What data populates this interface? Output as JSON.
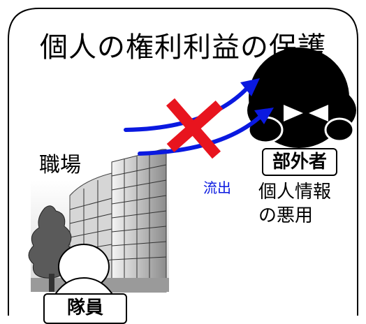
{
  "title": "個人の権利利益の保護",
  "labels": {
    "workplace": "職場",
    "outsider": "部外者",
    "outflow": "流出",
    "misuse_line1": "個人情報",
    "misuse_line2": "の悪用",
    "member": "隊員"
  },
  "icons": [
    "building-icon",
    "tree-icon",
    "outsider-figure-icon",
    "member-figure-icon",
    "blocked-x-icon",
    "leak-arrow-icon"
  ],
  "colors": {
    "arrow": "#0a19e0",
    "cross": "#e8141e",
    "frame": "#000000"
  }
}
